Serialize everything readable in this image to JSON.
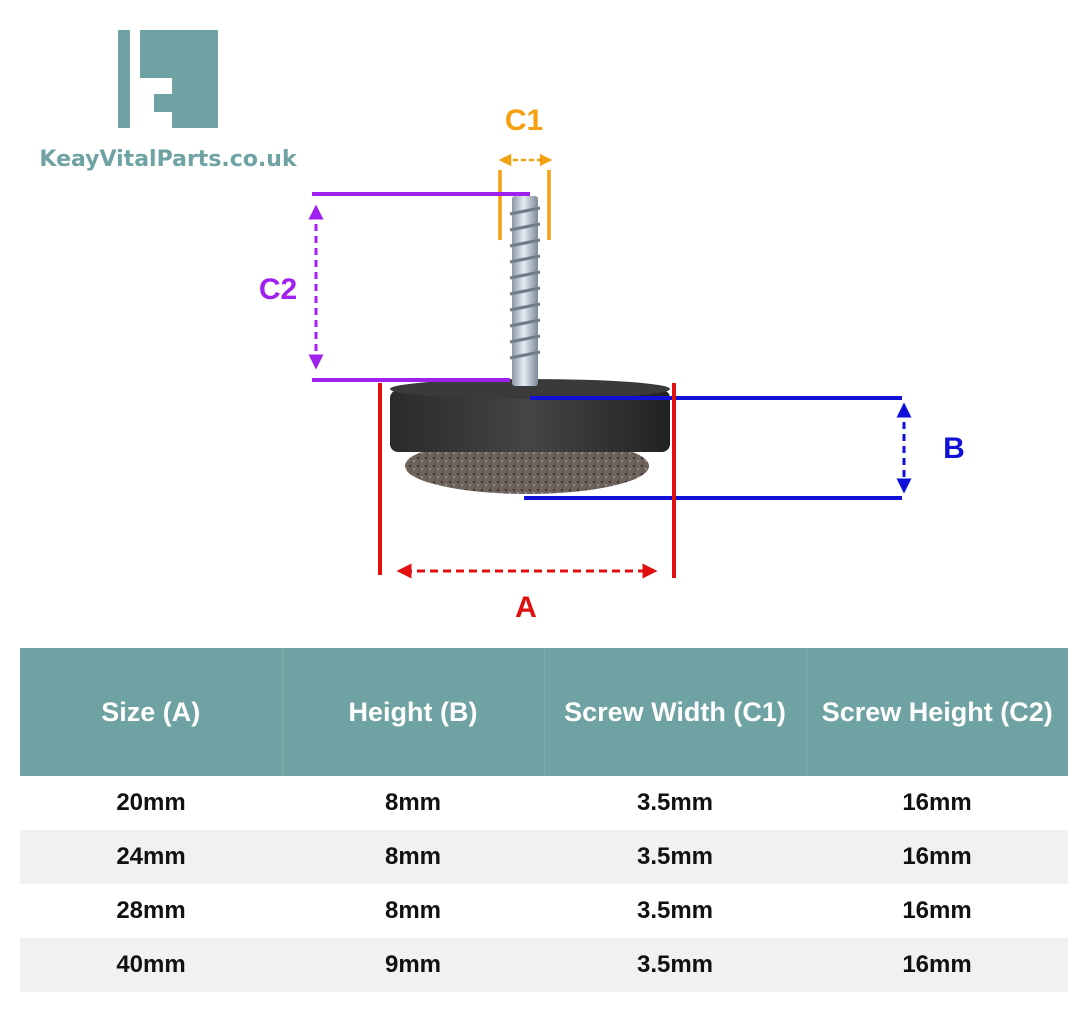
{
  "brand": {
    "name": "KeayVitalParts.co.uk",
    "color": "#6fa2a2"
  },
  "diagram": {
    "labels": {
      "a": "A",
      "b": "B",
      "c1": "C1",
      "c2": "C2"
    },
    "colors": {
      "a": "#e01010",
      "b": "#1010d8",
      "c1": "#f5a010",
      "c2": "#a020f0"
    }
  },
  "table": {
    "header_color": "#6fa2a2",
    "headers": [
      "Size (A)",
      "Height (B)",
      "Screw Width (C1)",
      "Screw Height (C2)"
    ],
    "rows": [
      [
        "20mm",
        "8mm",
        "3.5mm",
        "16mm"
      ],
      [
        "24mm",
        "8mm",
        "3.5mm",
        "16mm"
      ],
      [
        "28mm",
        "8mm",
        "3.5mm",
        "16mm"
      ],
      [
        "40mm",
        "9mm",
        "3.5mm",
        "16mm"
      ]
    ]
  }
}
